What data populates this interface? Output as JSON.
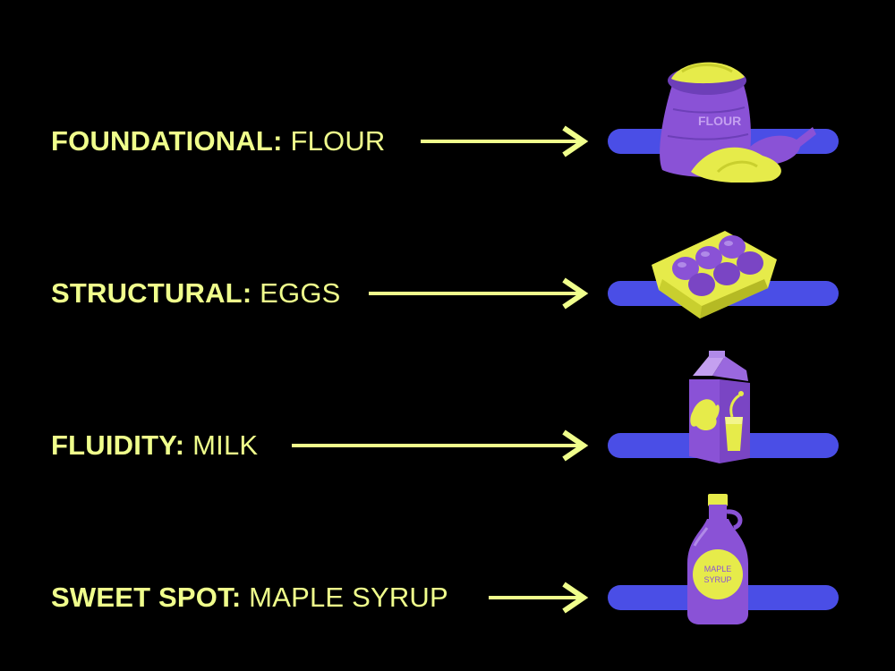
{
  "colors": {
    "background": "#000000",
    "text": "#f0ff8c",
    "arrow": "#f0ff8c",
    "bar": "#4a4ee6",
    "illustration_primary": "#8a52d6",
    "illustration_highlight": "#e6eb4a"
  },
  "rows": [
    {
      "category": "FOUNDATIONAL",
      "separator": ":",
      "item": "FLOUR",
      "icon": "flour-sack-icon",
      "package_text": "FLOUR"
    },
    {
      "category": "STRUCTURAL",
      "separator": ":",
      "item": "EGGS",
      "icon": "egg-carton-icon"
    },
    {
      "category": "FLUIDITY",
      "separator": ":",
      "item": "MILK",
      "icon": "milk-carton-icon"
    },
    {
      "category": "SWEET SPOT",
      "separator": ":",
      "item": "MAPLE SYRUP",
      "icon": "maple-syrup-bottle-icon",
      "package_text_line1": "MAPLE",
      "package_text_line2": "SYRUP"
    }
  ]
}
